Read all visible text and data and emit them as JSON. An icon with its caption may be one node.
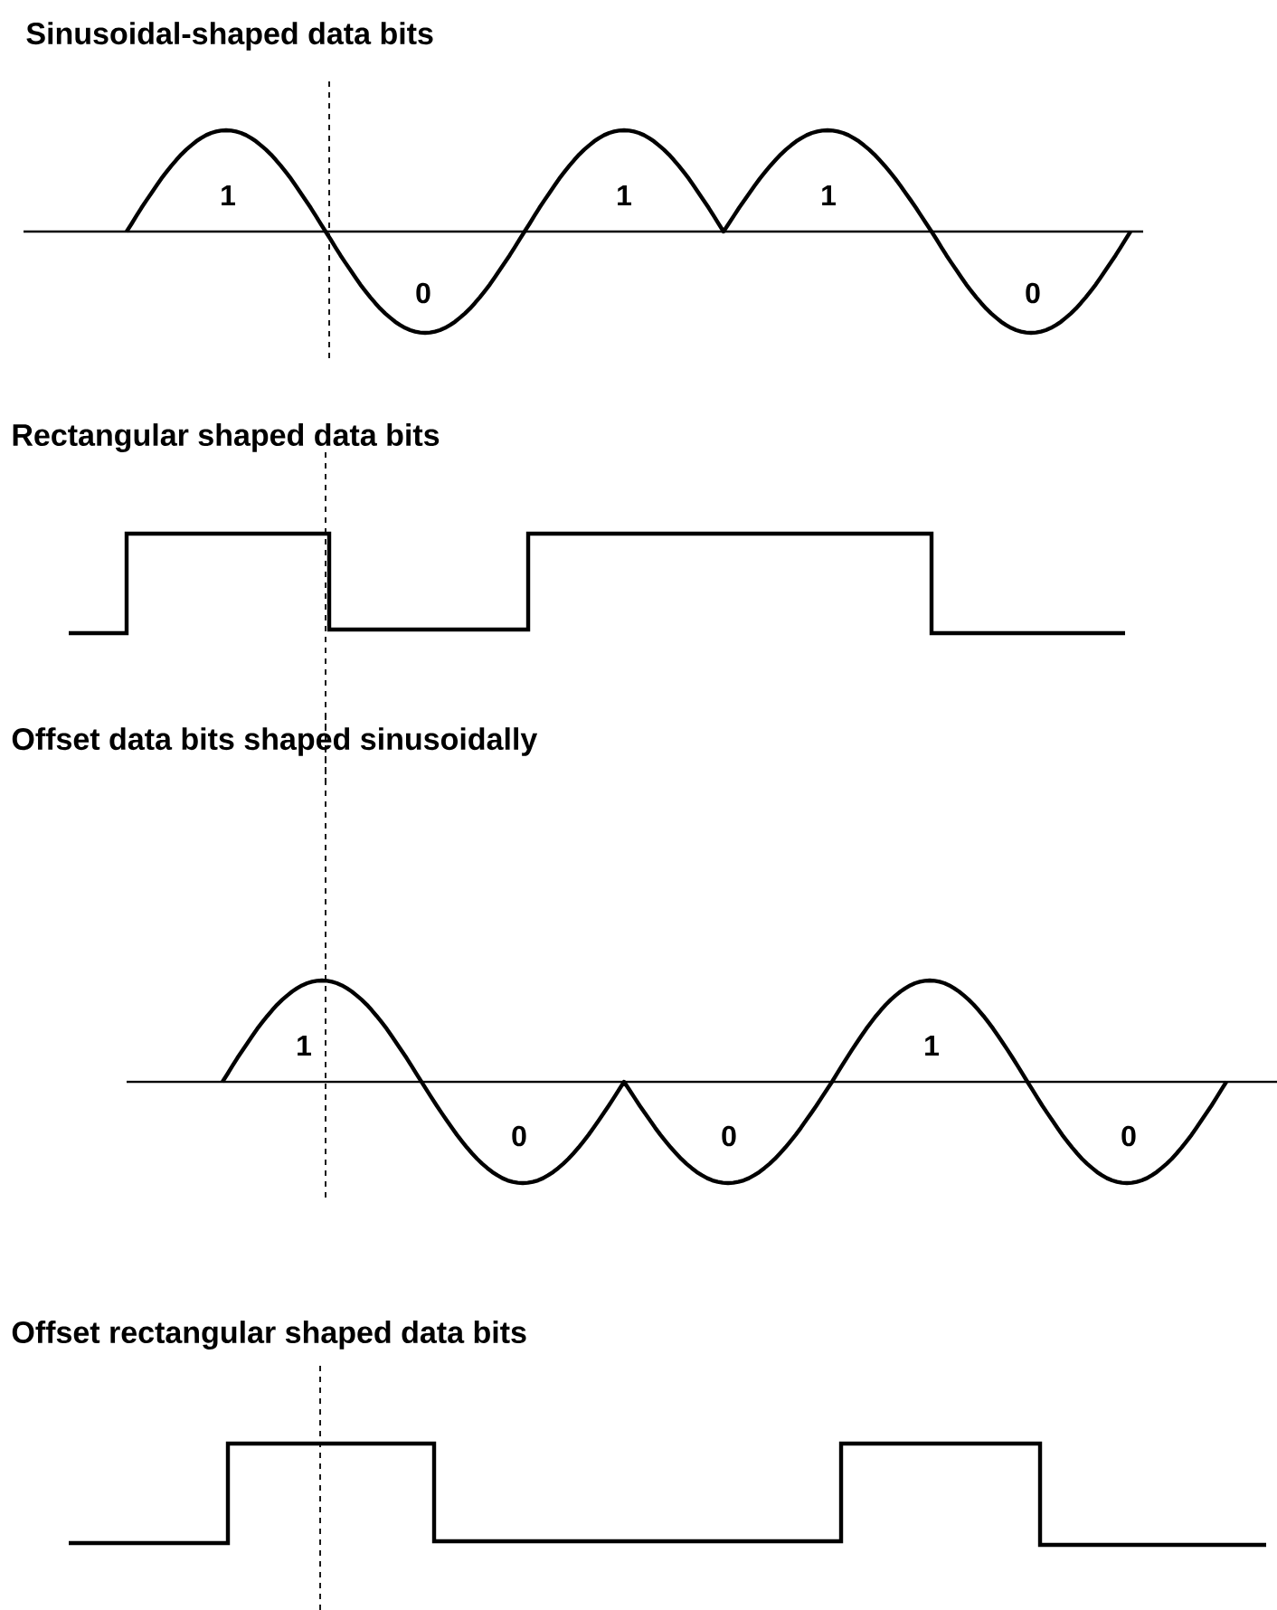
{
  "diagram": {
    "labels": [
      "Sinusoidal-shaped data bits",
      "1",
      "0",
      "1",
      "1",
      "0",
      "Rectangular shaped data bits",
      "Offset data bits shaped sinusoidally",
      "1",
      "0",
      "0",
      "1",
      "0",
      "Offset rectangular shaped data bits"
    ]
  }
}
